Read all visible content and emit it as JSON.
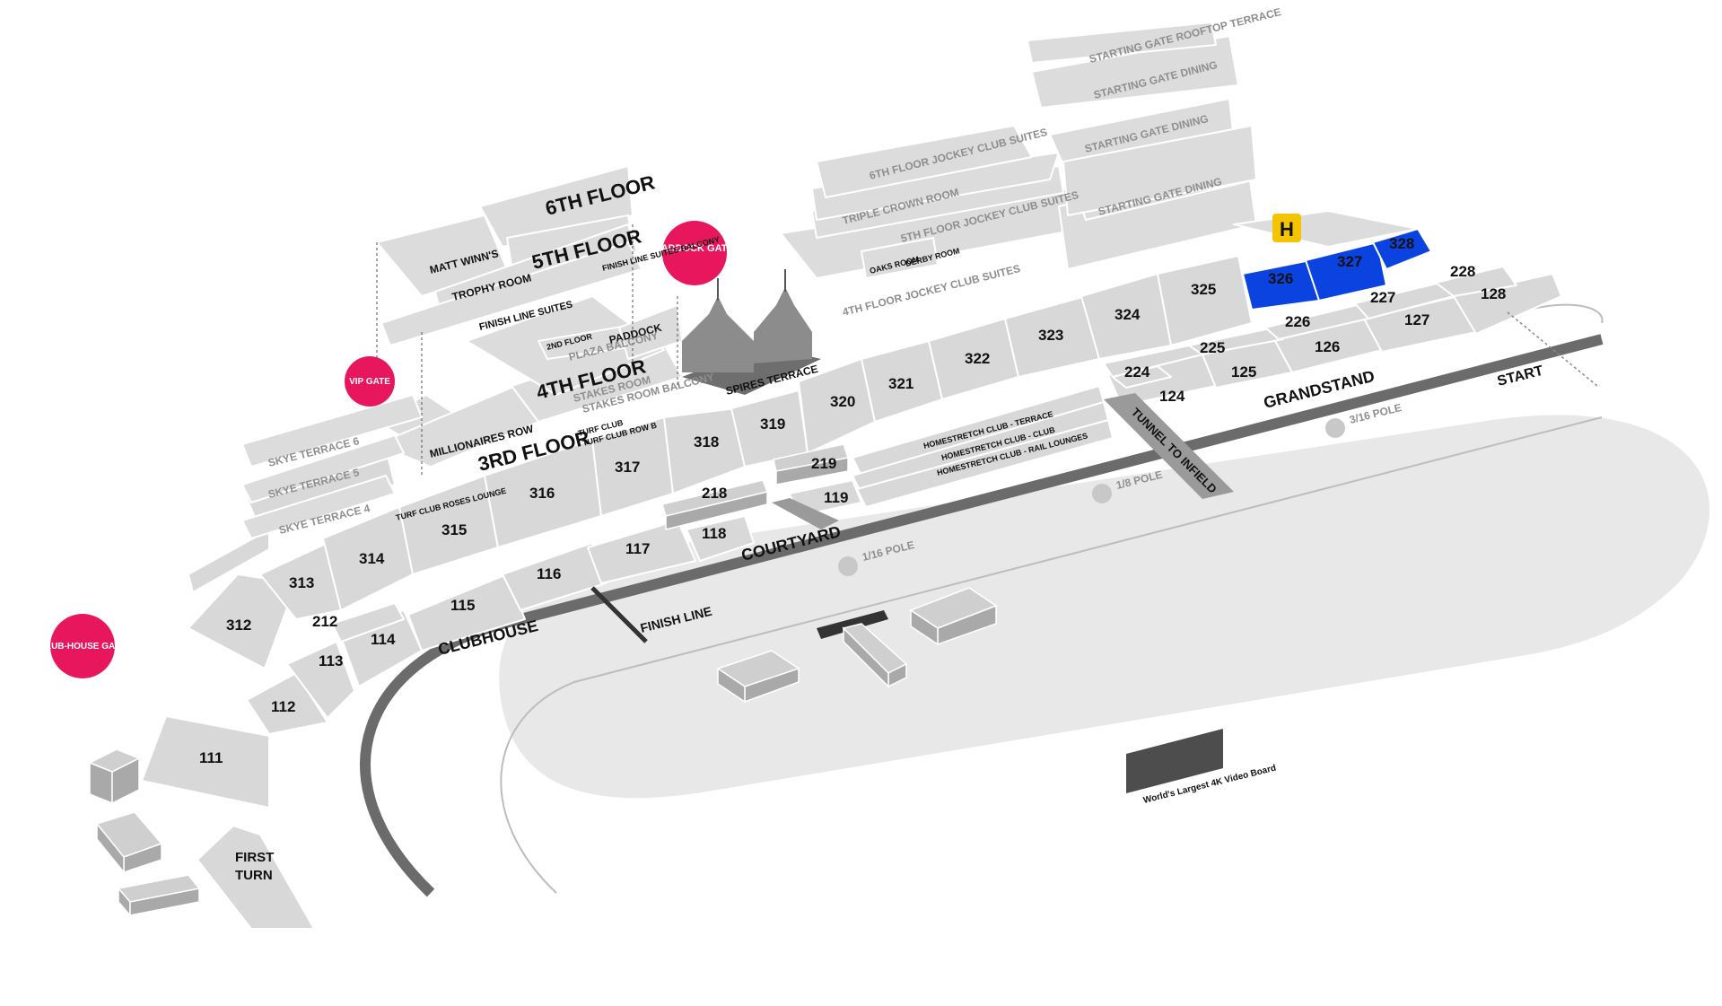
{
  "gates": {
    "paddock": "PADDOCK GATE",
    "vip": "VIP GATE",
    "clubhouse": "CLUB-HOUSE GATE"
  },
  "floors": {
    "sixth": "6TH FLOOR",
    "fifth": "5TH FLOOR",
    "fourth": "4TH FLOOR",
    "third": "3RD FLOOR",
    "second": "2ND FLOOR"
  },
  "areas": {
    "matt_winns": "MATT WINN'S",
    "trophy_room": "TROPHY ROOM",
    "finish_line_suites": "FINISH LINE SUITES",
    "finish_line_suites_balcony": "FINISH LINE SUITES BALCONY",
    "paddock": "PADDOCK",
    "plaza_balcony": "PLAZA BALCONY",
    "stakes_room": "STAKES ROOM",
    "stakes_room_balcony": "STAKES ROOM BALCONY",
    "millionaires_row": "MILLIONAIRES ROW",
    "turf_club": "TURF CLUB",
    "turf_club_row_b": "TURF CLUB ROW B",
    "turf_club_roses_lounge": "TURF CLUB ROSES LOUNGE",
    "skye_terrace_6": "SKYE TERRACE 6",
    "skye_terrace_5": "SKYE TERRACE 5",
    "skye_terrace_4": "SKYE TERRACE 4",
    "spires_terrace": "SPIRES TERRACE",
    "starting_gate_rooftop_terrace": "STARTING GATE ROOFTOP TERRACE",
    "starting_gate_dining_1": "STARTING GATE DINING",
    "starting_gate_dining_2": "STARTING GATE DINING",
    "starting_gate_dining_3": "STARTING GATE DINING",
    "jockey_club_6": "6TH FLOOR JOCKEY CLUB SUITES",
    "jockey_club_5": "5TH FLOOR JOCKEY CLUB SUITES",
    "jockey_club_4": "4TH FLOOR JOCKEY CLUB SUITES",
    "triple_crown_room": "TRIPLE CROWN ROOM",
    "oaks_room": "OAKS ROOM",
    "derby_room": "DERBY ROOM",
    "homestretch_terrace": "HOMESTRETCH CLUB - TERRACE",
    "homestretch_club": "HOMESTRETCH CLUB - CLUB",
    "homestretch_rail": "HOMESTRETCH CLUB - RAIL LOUNGES",
    "courtyard": "COURTYARD",
    "grandstand": "GRANDSTAND",
    "clubhouse": "CLUBHOUSE",
    "first_turn": "FIRST TURN",
    "tunnel": "TUNNEL TO INFIELD",
    "finish_line": "FINISH LINE",
    "start": "START",
    "pole_116": "1/16 POLE",
    "pole_18": "1/8 POLE",
    "pole_316": "3/16 POLE",
    "video_board": "World's Largest 4K Video Board",
    "helipad": "H"
  },
  "sections": {
    "s111": "111",
    "s112": "112",
    "s113": "113",
    "s114": "114",
    "s115": "115",
    "s116": "116",
    "s117": "117",
    "s118": "118",
    "s119": "119",
    "s124": "124",
    "s125": "125",
    "s126": "126",
    "s127": "127",
    "s128": "128",
    "s212": "212",
    "s218": "218",
    "s219": "219",
    "s224": "224",
    "s225": "225",
    "s226": "226",
    "s227": "227",
    "s228": "228",
    "s312": "312",
    "s313": "313",
    "s314": "314",
    "s315": "315",
    "s316": "316",
    "s317": "317",
    "s318": "318",
    "s319": "319",
    "s320": "320",
    "s321": "321",
    "s322": "322",
    "s323": "323",
    "s324": "324",
    "s325": "325",
    "s326": "326",
    "s327": "327",
    "s328": "328"
  },
  "highlighted_sections": [
    "326",
    "327",
    "328"
  ],
  "colors": {
    "highlight": "#0b43e0",
    "gate": "#e8175d",
    "helipad": "#f5c400",
    "track": "#6b6b6b",
    "section": "#d8d8d8"
  }
}
